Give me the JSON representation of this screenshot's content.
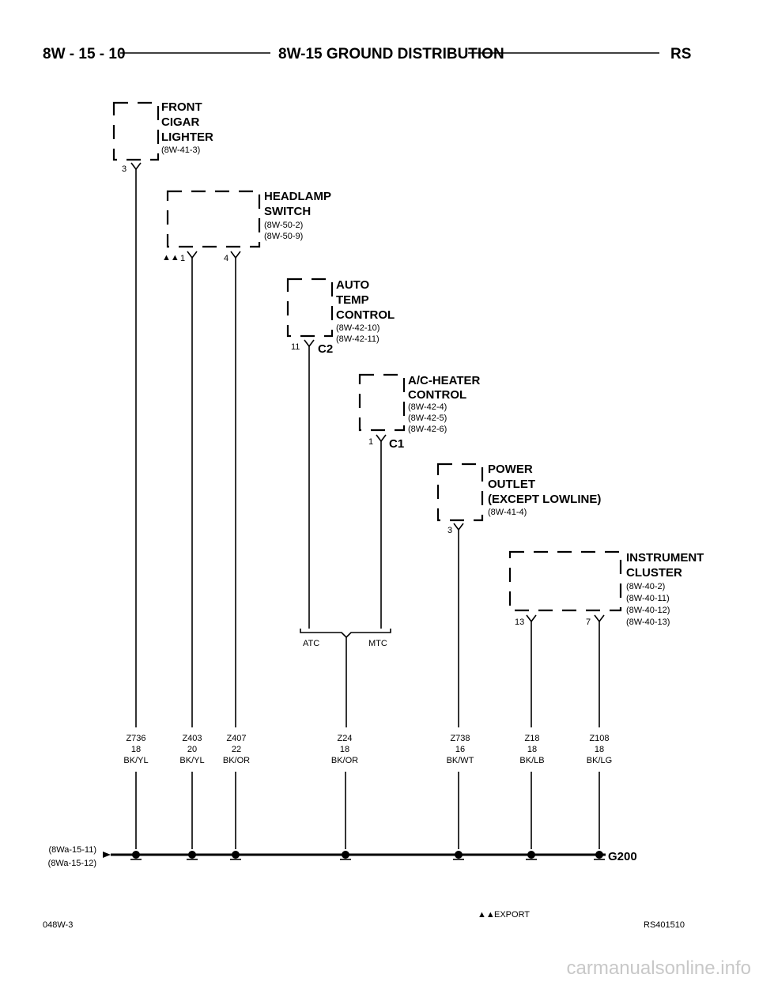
{
  "header": {
    "page_number": "8W - 15 - 10",
    "title": "8W-15 GROUND DISTRIBUTION",
    "model": "RS"
  },
  "components": [
    {
      "id": "front-cigar-lighter",
      "title_lines": [
        "FRONT",
        "CIGAR",
        "LIGHTER"
      ],
      "refs": [
        "(8W-41-3)"
      ],
      "pins": [
        "3"
      ]
    },
    {
      "id": "headlamp-switch",
      "title_lines": [
        "HEADLAMP",
        "SWITCH"
      ],
      "refs": [
        "(8W-50-2)",
        "(8W-50-9)"
      ],
      "pins": [
        "1",
        "4"
      ],
      "symbol": "▲▲"
    },
    {
      "id": "auto-temp-control",
      "title_lines": [
        "AUTO",
        "TEMP",
        "CONTROL"
      ],
      "refs": [
        "(8W-42-10)",
        "(8W-42-11)"
      ],
      "pins": [
        "11"
      ],
      "connector": "C2"
    },
    {
      "id": "ac-heater-control",
      "title_lines": [
        "A/C-HEATER",
        "CONTROL"
      ],
      "refs": [
        "(8W-42-4)",
        "(8W-42-5)",
        "(8W-42-6)"
      ],
      "pins": [
        "1"
      ],
      "connector": "C1"
    },
    {
      "id": "power-outlet",
      "title_lines": [
        "POWER",
        "OUTLET",
        "(EXCEPT LOWLINE)"
      ],
      "refs": [
        "(8W-41-4)"
      ],
      "pins": [
        "3"
      ]
    },
    {
      "id": "instrument-cluster",
      "title_lines": [
        "INSTRUMENT",
        "CLUSTER"
      ],
      "refs": [
        "(8W-40-2)",
        "(8W-40-11)",
        "(8W-40-12)",
        "(8W-40-13)"
      ],
      "pins": [
        "13",
        "7"
      ]
    }
  ],
  "splice": {
    "left": "ATC",
    "right": "MTC"
  },
  "wires": [
    {
      "circuit": "Z736",
      "gauge": "18",
      "color": "BK/YL"
    },
    {
      "circuit": "Z403",
      "gauge": "20",
      "color": "BK/YL"
    },
    {
      "circuit": "Z407",
      "gauge": "22",
      "color": "BK/OR"
    },
    {
      "circuit": "Z24",
      "gauge": "18",
      "color": "BK/OR"
    },
    {
      "circuit": "Z738",
      "gauge": "16",
      "color": "BK/WT"
    },
    {
      "circuit": "Z18",
      "gauge": "18",
      "color": "BK/LB"
    },
    {
      "circuit": "Z108",
      "gauge": "18",
      "color": "BK/LG"
    }
  ],
  "ground": {
    "refs": [
      "(8Wa-15-11)",
      "(8Wa-15-12)"
    ],
    "label": "G200"
  },
  "legend": {
    "symbol": "▲▲",
    "text": "EXPORT"
  },
  "footer": {
    "left": "048W-3",
    "right": "RS401510"
  },
  "watermark": "carmanualsonline.info"
}
